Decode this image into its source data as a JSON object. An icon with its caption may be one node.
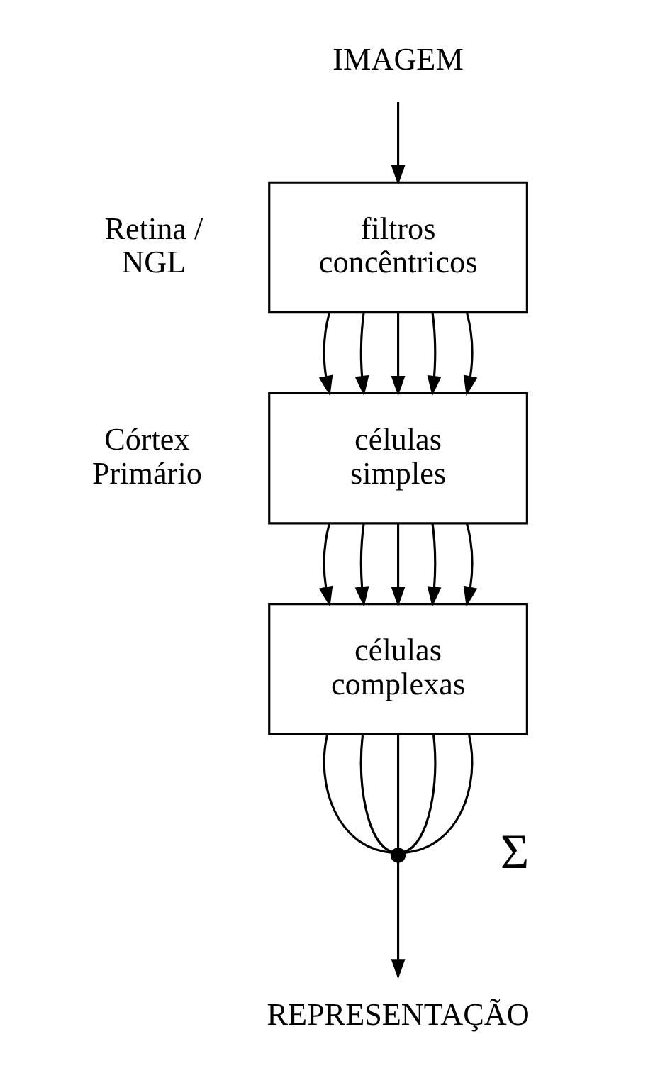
{
  "diagram": {
    "nodes": [
      {
        "text": [
          "IMAGEM"
        ]
      },
      {
        "text": [
          "filtros concêntricos"
        ]
      },
      {
        "text": [
          "células simples"
        ]
      },
      {
        "text": [
          "células complexas"
        ]
      },
      {
        "text": [],
        "shape": "circle"
      },
      {
        "text": [
          "REPRESENTAÇÃO"
        ]
      }
    ],
    "edges": [
      {
        "from": 0,
        "to": 1,
        "arrow": "to"
      },
      {
        "from": 1,
        "to": 2,
        "arrow": "to"
      },
      {
        "from": 1,
        "to": 2,
        "arrow": "to"
      },
      {
        "from": 1,
        "to": 2,
        "arrow": "to"
      },
      {
        "from": 1,
        "to": 2,
        "arrow": "to"
      },
      {
        "from": 1,
        "to": 2,
        "arrow": "to"
      },
      {
        "from": 2,
        "to": 3,
        "arrow": "to"
      },
      {
        "from": 2,
        "to": 3,
        "arrow": "to"
      },
      {
        "from": 2,
        "to": 3,
        "arrow": "to"
      },
      {
        "from": 2,
        "to": 3,
        "arrow": "to"
      },
      {
        "from": 2,
        "to": 3,
        "arrow": "to"
      },
      {
        "from": 3,
        "to": 4,
        "arrow": "none"
      },
      {
        "from": 3,
        "to": 4,
        "arrow": "none"
      },
      {
        "from": 3,
        "to": 4,
        "arrow": "none"
      },
      {
        "from": 3,
        "to": 4,
        "arrow": "none"
      },
      {
        "from": 3,
        "to": 4,
        "arrow": "none"
      },
      {
        "from": 4,
        "to": 5,
        "arrow": "to"
      }
    ],
    "labels": [
      "Retina / NGL",
      "Córtex Primário",
      "Σ"
    ]
  }
}
